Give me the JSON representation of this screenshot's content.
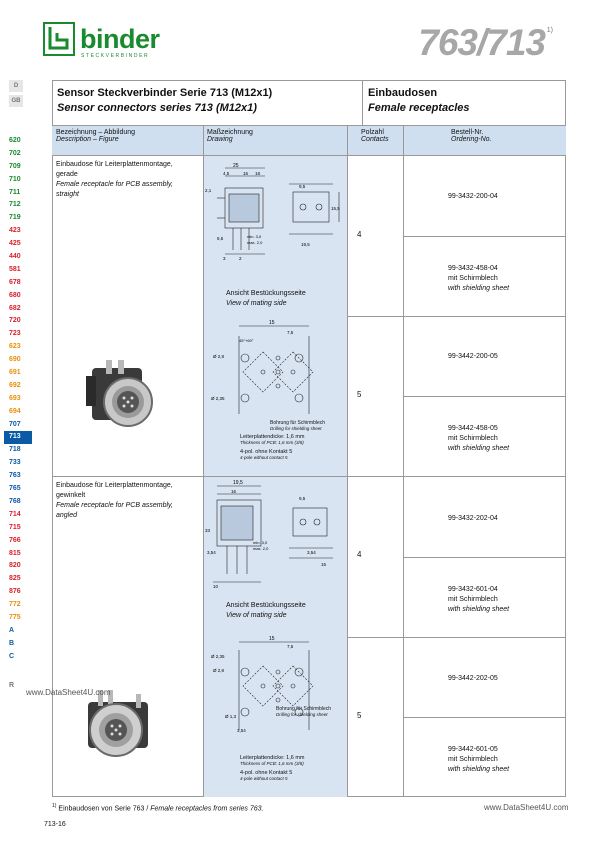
{
  "brand": {
    "name": "binder",
    "tagline": "STECKVERBINDER"
  },
  "series": {
    "number": "763/713",
    "footnote_mark": "1)"
  },
  "languages": [
    "D",
    "GB"
  ],
  "nav": [
    "620",
    "702",
    "709",
    "710",
    "711",
    "712",
    "719",
    "423",
    "425",
    "440",
    "581",
    "678",
    "680",
    "682",
    "720",
    "723",
    "623",
    "690",
    "691",
    "692",
    "693",
    "694",
    "707",
    "713",
    "718",
    "733",
    "763",
    "765",
    "768",
    "714",
    "715",
    "766",
    "815",
    "820",
    "825",
    "876",
    "772",
    "775",
    "A",
    "B",
    "C",
    "R"
  ],
  "nav_colors": {
    "default": "#1a8a2e",
    "red": "#d6202a",
    "orange": "#e8900c",
    "blue": "#0b5aa6",
    "gray": "#777777",
    "active_bg": "#0b5aa6"
  },
  "title": {
    "de": "Sensor Steckverbinder Serie 713 (M12x1)",
    "en": "Sensor connectors series 713 (M12x1)"
  },
  "category": {
    "de": "Einbaudosen",
    "en": "Female receptacles"
  },
  "columns": {
    "description": {
      "de": "Bezeichnung – Abbildung",
      "en": "Description – Figure"
    },
    "drawing": {
      "de": "Maßzeichnung",
      "en": "Drawing"
    },
    "contacts": {
      "de": "Polzahl",
      "en": "Contacts"
    },
    "ordering": {
      "de": "Bestell-Nr.",
      "en": "Ordering-No."
    }
  },
  "products": [
    {
      "desc_de_1": "Einbaudose für Leiterplattenmontage,",
      "desc_de_2": "gerade",
      "desc_en_1": "Female receptacle for PCB assembly,",
      "desc_en_2": "straight",
      "mating_de": "Ansicht Bestückungsseite",
      "mating_en": "View of mating side",
      "shield_de": "Bohrung für Schirmblech",
      "shield_en": "Drilling for shielding sheet",
      "pcb_de": "Leiterplattendicke: 1,6 mm",
      "pcb_en": "Thickness of PCB: 1,6 mm (3/8)",
      "pin_de": "4-pol. ohne Kontakt 5",
      "pin_en": "4-pole without contact 5",
      "rows": [
        {
          "contacts": "4",
          "orders": [
            {
              "no": "99-3432-200-04",
              "extra_de": "",
              "extra_en": ""
            },
            {
              "no": "99-3432-458-04",
              "extra_de": "mit Schirmblech",
              "extra_en": "with shielding sheet"
            }
          ]
        },
        {
          "contacts": "5",
          "orders": [
            {
              "no": "99-3442-200-05",
              "extra_de": "",
              "extra_en": ""
            },
            {
              "no": "99-3442-458-05",
              "extra_de": "mit Schirmblech",
              "extra_en": "with shielding sheet"
            }
          ]
        }
      ]
    },
    {
      "desc_de_1": "Einbaudose für Leiterplattenmontage,",
      "desc_de_2": "gewinkelt",
      "desc_en_1": "Female receptacle for PCB assembly,",
      "desc_en_2": "angled",
      "mating_de": "Ansicht Bestückungsseite",
      "mating_en": "View of mating side",
      "shield_de": "Bohrung für Schirmblech",
      "shield_en": "Drilling for shielding sheet",
      "pcb_de": "Leiterplattendicke: 1,6 mm",
      "pcb_en": "Thickness of PCB: 1,6 mm (3/8)",
      "pin_de": "4-pol. ohne Kontakt 5",
      "pin_en": "4-pole without contact 5",
      "rows": [
        {
          "contacts": "4",
          "orders": [
            {
              "no": "99-3432-202-04",
              "extra_de": "",
              "extra_en": ""
            },
            {
              "no": "99-3432-601-04",
              "extra_de": "mit Schirmblech",
              "extra_en": "with shielding sheet"
            }
          ]
        },
        {
          "contacts": "5",
          "orders": [
            {
              "no": "99-3442-202-05",
              "extra_de": "",
              "extra_en": ""
            },
            {
              "no": "99-3442-601-05",
              "extra_de": "mit Schirmblech",
              "extra_en": "with shielding sheet"
            }
          ]
        }
      ]
    }
  ],
  "dims": {
    "d25": "25",
    "d45": "4,5",
    "d16": "16",
    "d18": "18",
    "d14": "14",
    "d95": "9,5",
    "d21": "2,1",
    "d155": "15,5",
    "d15": "15",
    "d75": "7,5",
    "d28": "Ø 2,8",
    "d235": "Ø 2,35",
    "d13": "Ø 1,3",
    "d195": "19,5",
    "d3": "3",
    "d2": "2",
    "d33": "33",
    "d354": "3,54",
    "d10": "10",
    "d45deg": "45°+60°",
    "min30": "min. 3,0",
    "max20": "max. 2,0",
    "d65": "6,5"
  },
  "footnote": {
    "mark": "1)",
    "de": "Einbaudosen von Serie 763 /",
    "en": "Female receptacles from series 763."
  },
  "page": "713-16",
  "watermarks": [
    "www.DataSheet4U.com",
    "www.DataSheet4U.com"
  ]
}
